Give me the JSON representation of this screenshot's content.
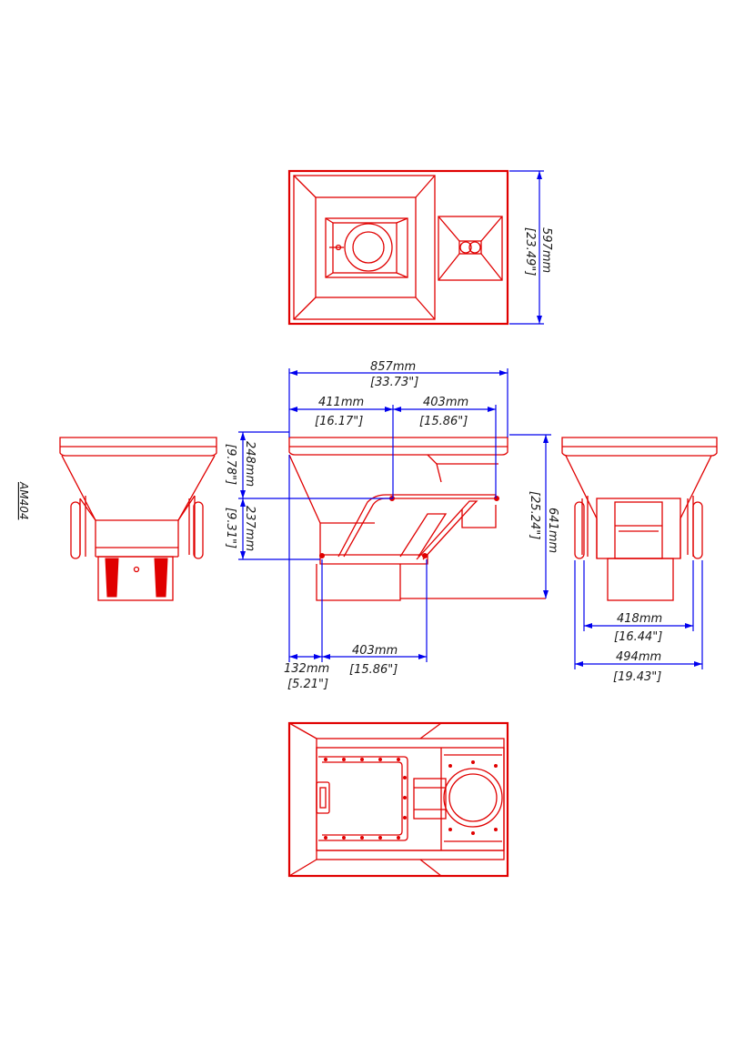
{
  "model_label": "AM404",
  "dimensions": {
    "top_depth": {
      "mm": "597mm",
      "in": "[23.49\"]"
    },
    "overall_width": {
      "mm": "857mm",
      "in": "[33.73\"]"
    },
    "upper_left": {
      "mm": "411mm",
      "in": "[16.17\"]"
    },
    "upper_right": {
      "mm": "403mm",
      "in": "[15.86\"]"
    },
    "upper_height": {
      "mm": "248mm",
      "in": "[9.78\"]"
    },
    "lower_height": {
      "mm": "237mm",
      "in": "[9.31\"]"
    },
    "overall_height": {
      "mm": "641mm",
      "in": "[25.24\"]"
    },
    "offset": {
      "mm": "132mm",
      "in": "[5.21\"]"
    },
    "lower_spacing": {
      "mm": "403mm",
      "in": "[15.86\"]"
    },
    "end_inner": {
      "mm": "418mm",
      "in": "[16.44\"]"
    },
    "end_outer": {
      "mm": "494mm",
      "in": "[19.43\"]"
    }
  },
  "colors": {
    "outline": "#e00000",
    "dimension": "#0000ee",
    "text": "#1a1a1a"
  }
}
